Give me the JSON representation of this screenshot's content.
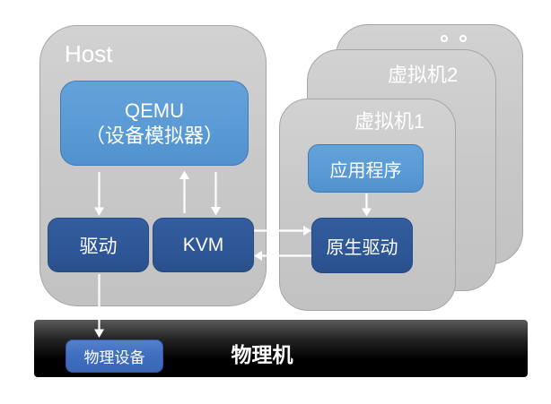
{
  "host": {
    "label": "Host",
    "qemu_line1": "QEMU",
    "qemu_line2": "（设备模拟器）",
    "driver_label": "驱动",
    "kvm_label": "KVM"
  },
  "vms": {
    "vm1_label": "虚拟机1",
    "vm2_label": "虚拟机2",
    "app_label": "应用程序",
    "native_driver_label": "原生驱动",
    "more_vms_icon": "three-hollow-dots"
  },
  "physical": {
    "machine_label": "物理机",
    "device_label": "物理设备"
  },
  "colors": {
    "card_gray": "#c9c9c9",
    "card_border": "#a6a6a6",
    "light_blue": "#5b9bd5",
    "dark_blue": "#2e5697",
    "device_blue": "#4070c1",
    "bar_black": "#000000",
    "arrow_white": "#ffffff",
    "text_white": "#ffffff"
  }
}
